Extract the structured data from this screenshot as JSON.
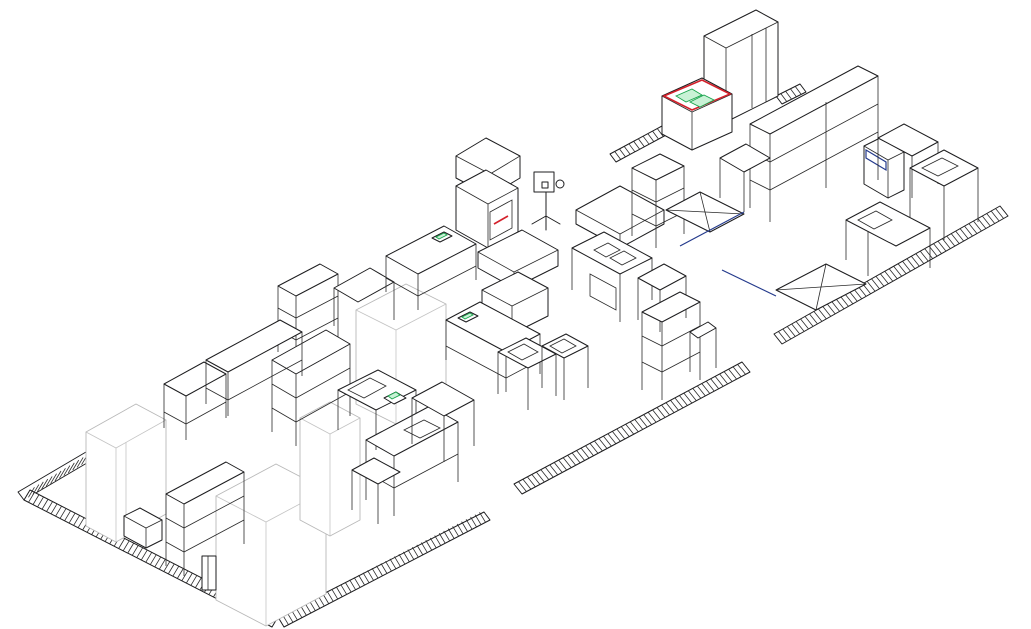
{
  "drawing": {
    "kind": "isometric-kitchen-equipment-layout",
    "line_color": "#1d1d1f",
    "ghost_color": "#b9b9b9",
    "accent_colors": {
      "highlight": "#d4212b",
      "indicator": "#16a34a",
      "panel": "#243a8c"
    },
    "zones": [
      {
        "id": "zone-left",
        "icons": [
          "shelving-unit-icon",
          "work-table-icon",
          "refrigerator-cabinet-icon",
          "sink-table-icon",
          "scale-icon",
          "bin-icon"
        ]
      },
      {
        "id": "zone-middle",
        "icons": [
          "exhaust-hood-icon",
          "convection-oven-icon",
          "mixer-stand-icon",
          "electric-range-icon",
          "shelving-unit-icon",
          "sink-table-icon"
        ]
      },
      {
        "id": "zone-right",
        "icons": [
          "refrigerator-cabinet-icon",
          "chest-freezer-icon",
          "dishwasher-icon",
          "shelving-unit-icon",
          "floor-grate-icon"
        ]
      }
    ]
  }
}
